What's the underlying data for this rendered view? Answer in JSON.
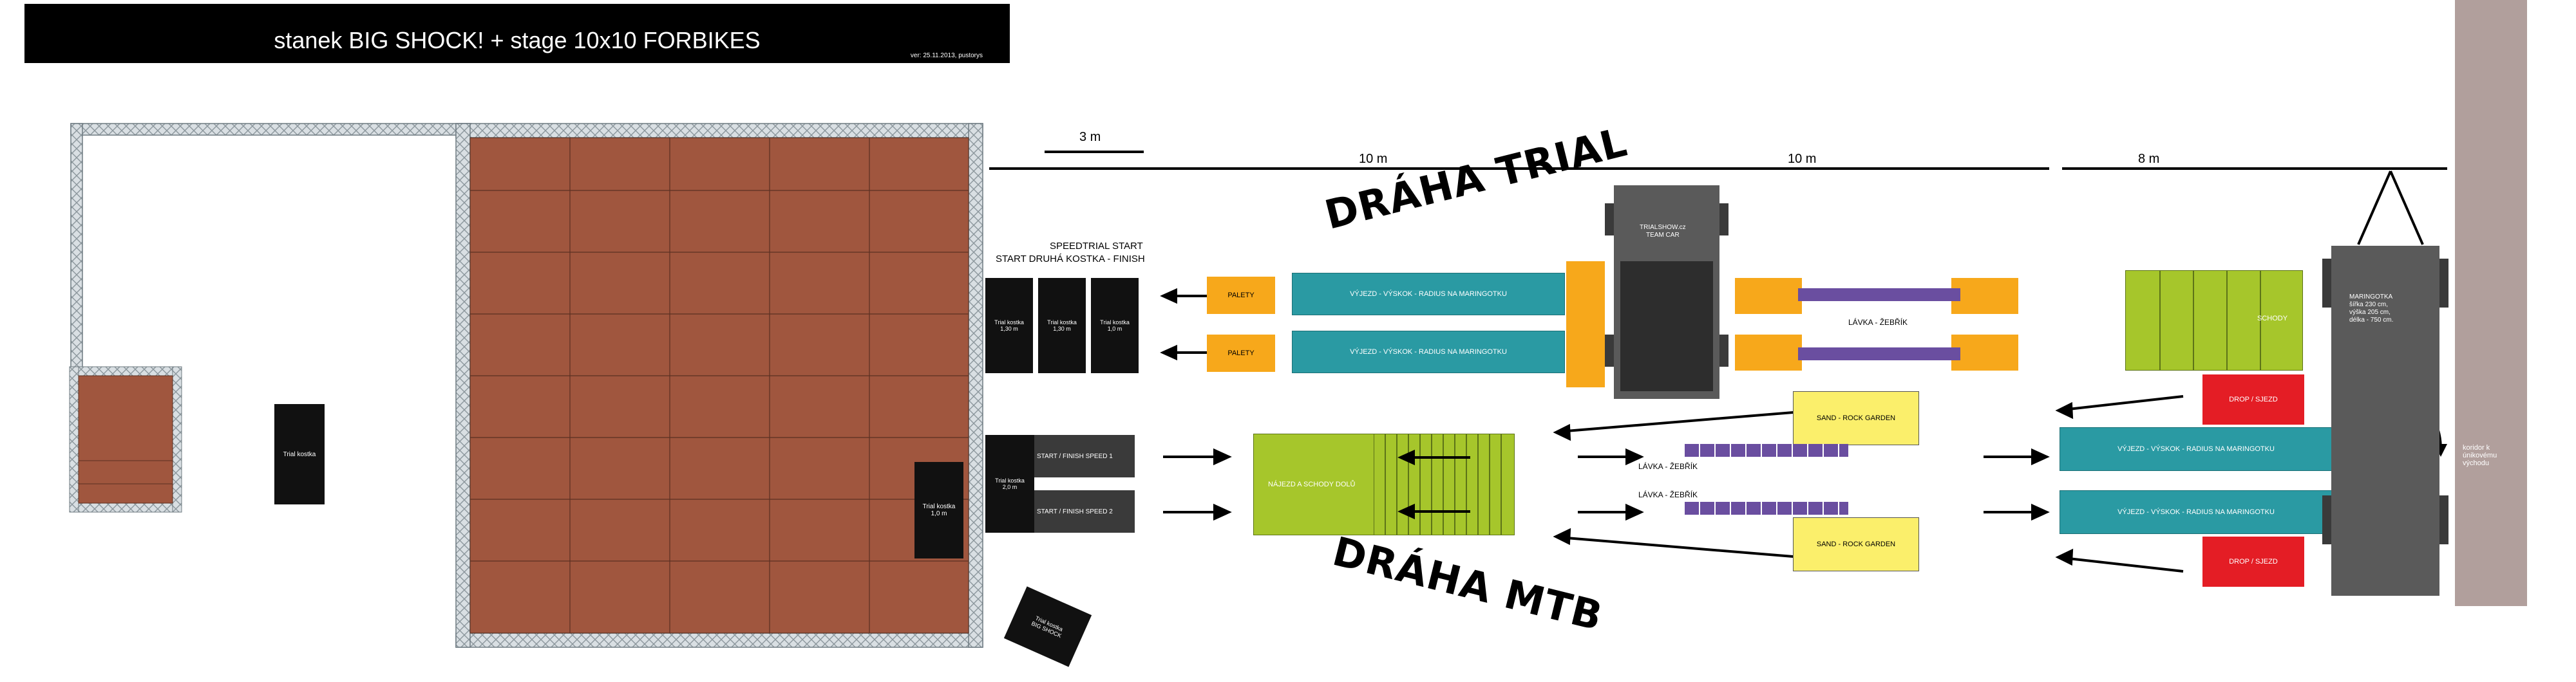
{
  "header": {
    "title": "stanek BIG SHOCK! + stage 10x10 FORBIKES",
    "version": "ver: 25.11.2013, pustorys"
  },
  "dimensions": {
    "d1": "3 m",
    "d2": "10 m",
    "d3": "10 m",
    "d4": "8 m"
  },
  "headings": {
    "trial": "DRÁHA TRIAL",
    "mtb": "DRÁHA MTB"
  },
  "trial": {
    "speedtrial_start": "SPEEDTRIAL START",
    "start_finish": "START DRUHÁ KOSTKA - FINISH",
    "kostka_1": "Trial kostka\n1,30 m",
    "kostka_2": "Trial kostka\n1,30 m",
    "kostka_3": "Trial kostka\n1,0 m",
    "palety_1": "PALETY",
    "palety_2": "PALETY",
    "ramp_1": "VÝJEZD - VÝSKOK - RADIUS NA MARINGOTKU",
    "ramp_2": "VÝJEZD - VÝSKOK - RADIUS NA MARINGOTKU",
    "team_car": "TRIALSHOW.cz\nTEAM CAR",
    "lavka": "LÁVKA - ŽEBŘÍK",
    "schody": "SCHODY"
  },
  "mtb": {
    "start_speed_1": "START / FINISH SPEED 1",
    "start_speed_2": "START / FINISH SPEED 2",
    "trial_kostka_speed": "Trial kostka\n2,0 m",
    "najezd": "NÁJEZD A SCHODY DOLŮ",
    "sand_1": "SAND - ROCK GARDEN",
    "sand_2": "SAND - ROCK GARDEN",
    "lavka_1": "LÁVKA - ŽEBŘÍK",
    "lavka_2": "LÁVKA - ŽEBŘÍK",
    "drop_1": "DROP / SJEZD",
    "drop_2": "DROP / SJEZD",
    "ramp_1": "VÝJEZD - VÝSKOK - RADIUS NA MARINGOTKU",
    "ramp_2": "VÝJEZD - VÝSKOK - RADIUS NA MARINGOTKU"
  },
  "stage": {
    "trial_kostka_left": "Trial kostka",
    "trial_kostka_stage": "Trial kostka\n1,0 m",
    "trial_kostka_rot": "Trial kostka\nBIG SHOCK"
  },
  "maringotka": "MARINGOTKA\nšířka 230 cm,\nvýška 205 cm,\ndélka - 750 cm.",
  "koridor": "koridor k\núnikovému\nvýchodu",
  "colors": {
    "floor": "#a0563e",
    "teal": "#2a9aa3",
    "orange": "#f7a81b",
    "yellow": "#fbef6b",
    "red": "#e41d25",
    "green": "#a6c62b",
    "purple": "#6a4ea0",
    "grey": "#5a5a5a",
    "corridor": "#b19f9c"
  }
}
